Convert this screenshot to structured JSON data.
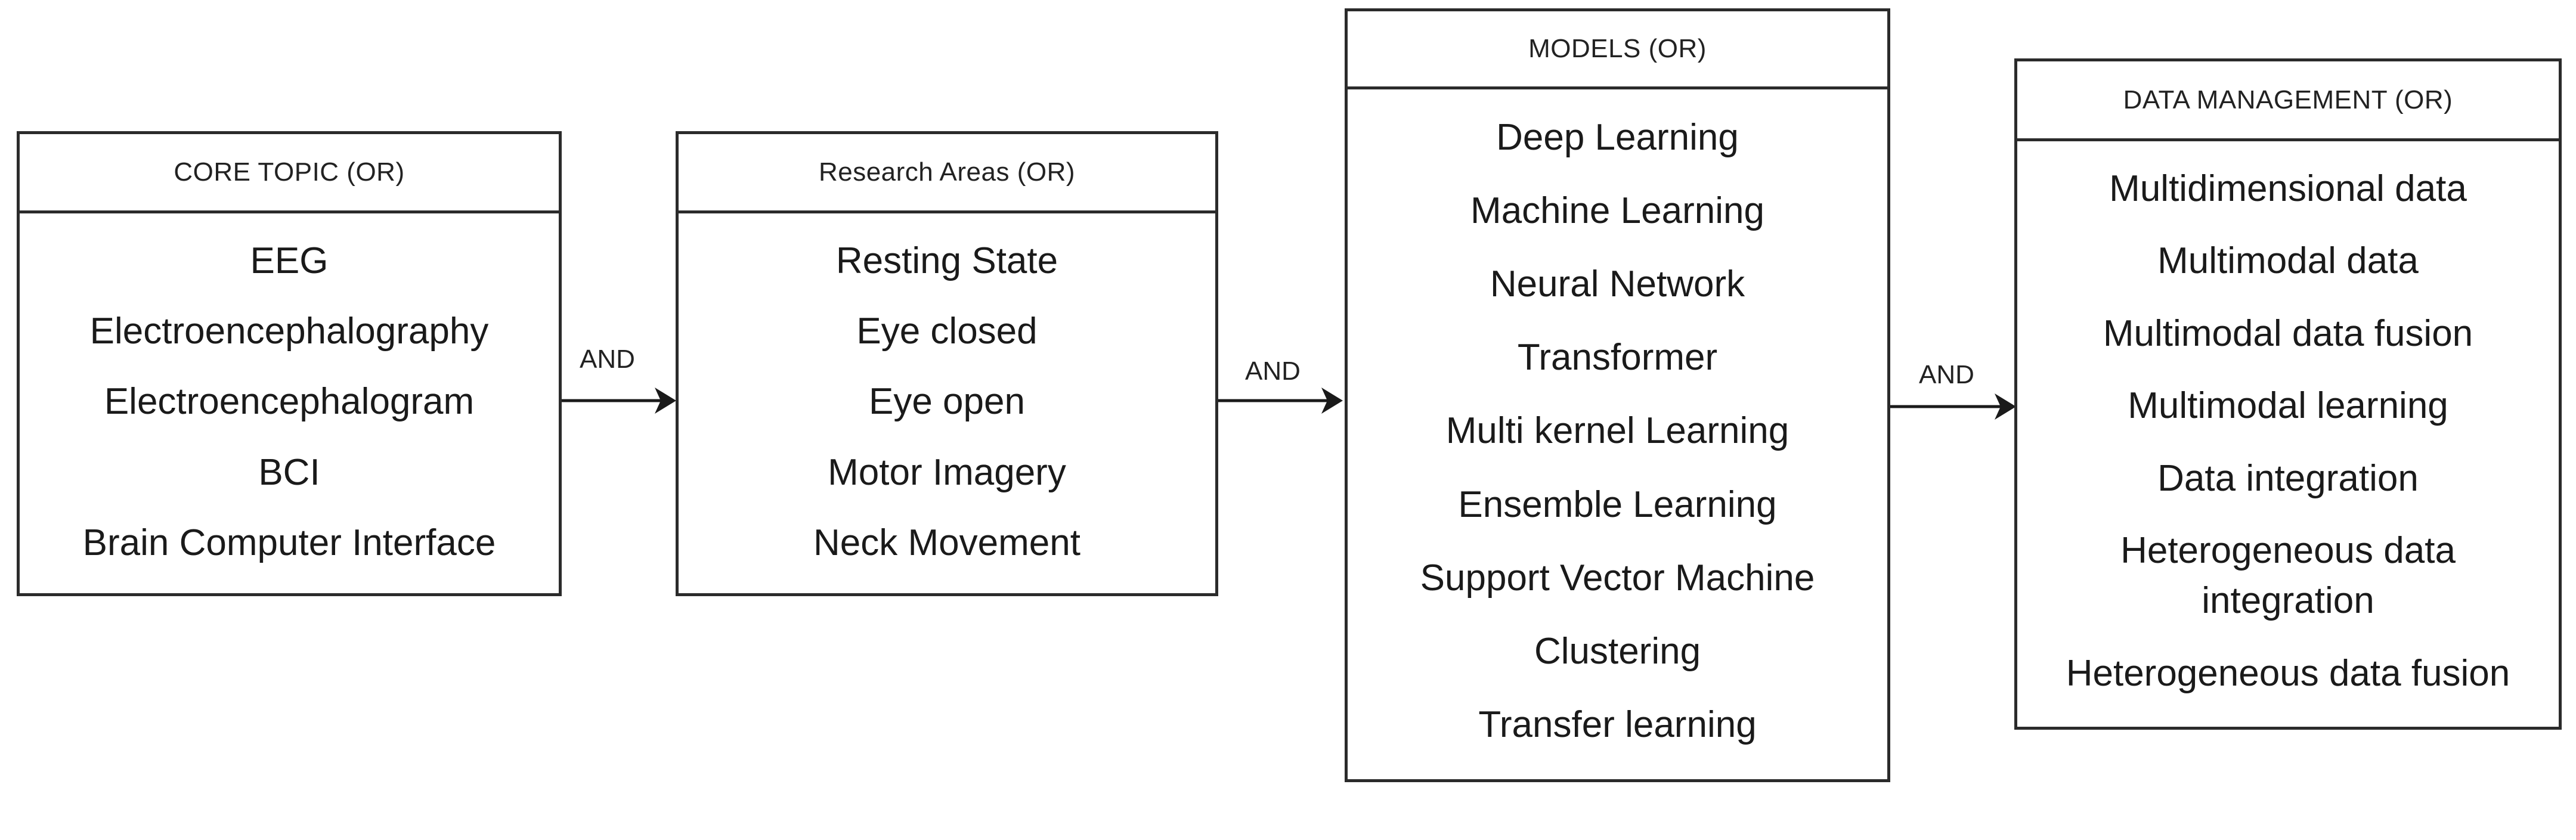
{
  "connectors": [
    {
      "label": "AND"
    },
    {
      "label": "AND"
    },
    {
      "label": "AND"
    }
  ],
  "boxes": [
    {
      "title": "CORE TOPIC (OR)",
      "items": [
        "EEG",
        "Electroencephalography",
        "Electroencephalogram",
        "BCI",
        "Brain Computer Interface"
      ]
    },
    {
      "title": "Research Areas (OR)",
      "items": [
        "Resting State",
        "Eye closed",
        "Eye open",
        "Motor Imagery",
        "Neck Movement"
      ]
    },
    {
      "title": "MODELS (OR)",
      "items": [
        "Deep Learning",
        "Machine Learning",
        "Neural Network",
        "Transformer",
        "Multi kernel Learning",
        "Ensemble Learning",
        "Support Vector Machine",
        "Clustering",
        "Transfer learning"
      ]
    },
    {
      "title": "DATA MANAGEMENT (OR)",
      "items": [
        "Multidimensional data",
        "Multimodal data",
        "Multimodal data fusion",
        "Multimodal learning",
        "Data integration",
        "Heterogeneous data integration",
        "Heterogeneous data fusion"
      ]
    }
  ]
}
